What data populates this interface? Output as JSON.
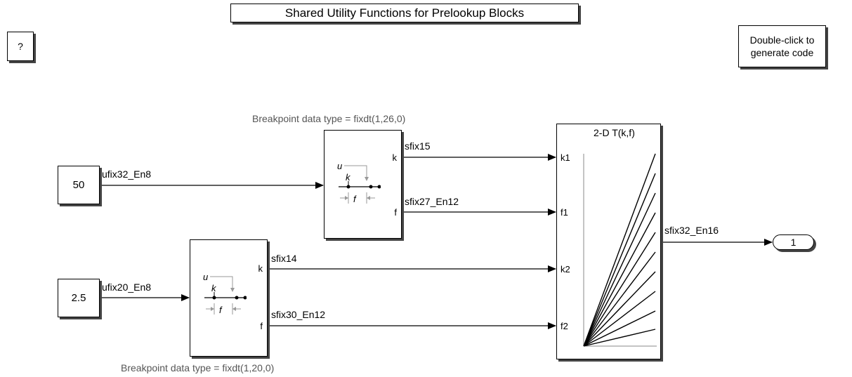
{
  "title": "Shared Utility Functions for Prelookup Blocks",
  "help_button": "?",
  "generate_button": {
    "line1": "Double-click to",
    "line2": "generate code"
  },
  "constants": {
    "c1": "50",
    "c2": "2.5"
  },
  "prelookup_notes": {
    "upper": "Breakpoint data type = fixdt(1,26,0)",
    "lower": "Breakpoint data type = fixdt(1,20,0)"
  },
  "prelookup_ports": {
    "index": "k",
    "fraction": "f",
    "input": "u",
    "icon_k": "k",
    "icon_f": "f"
  },
  "signals": {
    "in1": "ufix32_En8",
    "in2": "ufix20_En8",
    "k1": "sfix15",
    "f1": "sfix27_En12",
    "k2": "sfix14",
    "f2": "sfix30_En12",
    "out": "sfix32_En16"
  },
  "interp": {
    "title": "2-D T(k,f)",
    "ports": [
      "k1",
      "f1",
      "k2",
      "f2"
    ]
  },
  "outport": "1"
}
